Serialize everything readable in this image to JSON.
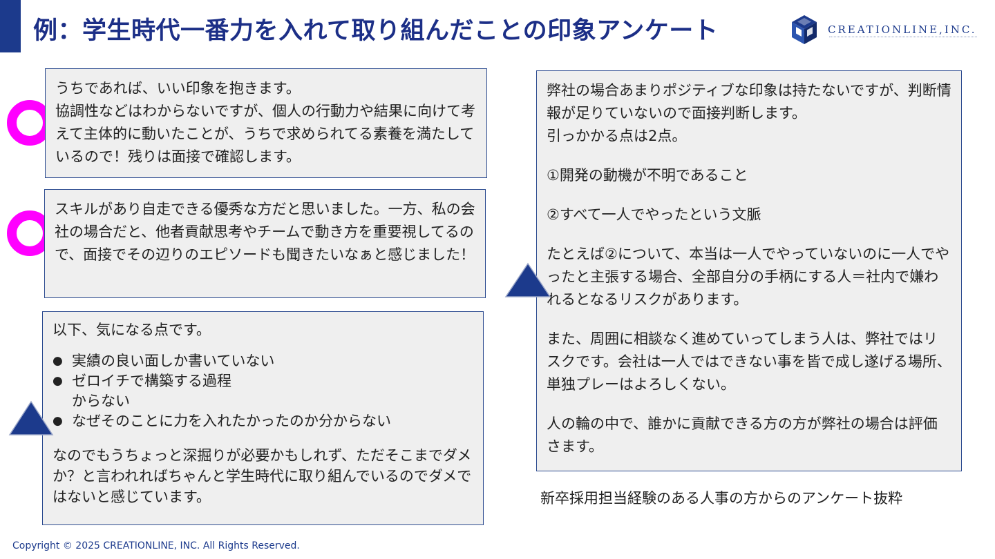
{
  "title": "例：学生時代一番力を入れて取り組んだことの印象アンケート",
  "logo": {
    "text": "CREATIONLINE,INC."
  },
  "colors": {
    "accent": "#1c3a8c",
    "circle": "#ff00ff",
    "triangle": "#1c3a8c",
    "box_bg": "#efefef"
  },
  "responses": [
    {
      "rating_icon": "circle-icon",
      "text": "うちであれば、いい印象を抱きます。\n協調性などはわからないですが、個人の行動力や結果に向けて考えて主体的に動いたことが、うちで求められてる素養を満たしているので！残りは面接で確認します。"
    },
    {
      "rating_icon": "circle-icon",
      "text": "スキルがあり自走できる優秀な方だと思いました。一方、私の会社の場合だと、他者貢献思考やチームで動き方を重要視してるので、面接でその辺りのエピソードも聞きたいなぁと感じました！"
    },
    {
      "rating_icon": "triangle-icon",
      "intro": "以下、気になる点です。",
      "bullets": [
        "実績の良い面しか書いていない",
        "ゼロイチで構築する過程",
        "なぜそのことに力を入れたかったのか分からない"
      ],
      "bullet_continuation": "からない",
      "closing": "なのでもうちょっと深掘りが必要かもしれず、ただそこまでダメか？と言われればちゃんと学生時代に取り組んでいるのでダメではないと感じています。"
    },
    {
      "rating_icon": "triangle-icon",
      "paragraphs": [
        "弊社の場合あまりポジティブな印象は持たないですが、判断情報が足りていないので面接判断します。\n引っかかる点は2点。",
        "①開発の動機が不明であること",
        "②すべて一人でやったという文脈",
        "たとえば②について、本当は一人でやっていないのに一人でやったと主張する場合、全部自分の手柄にする人＝社内で嫌われるとなるリスクがあります。",
        "また、周囲に相談なく進めていってしまう人は、弊社ではリスクです。会社は一人ではできない事を皆で成し遂げる場所、単独プレーはよろしくない。",
        "人の輪の中で、誰かに貢献できる方の方が弊社の場合は評価さます。"
      ]
    }
  ],
  "caption": "新卒採用担当経験のある人事の方からのアンケート抜粋",
  "copyright": "Copyright © 2025 CREATIONLINE, INC. All Rights Reserved."
}
